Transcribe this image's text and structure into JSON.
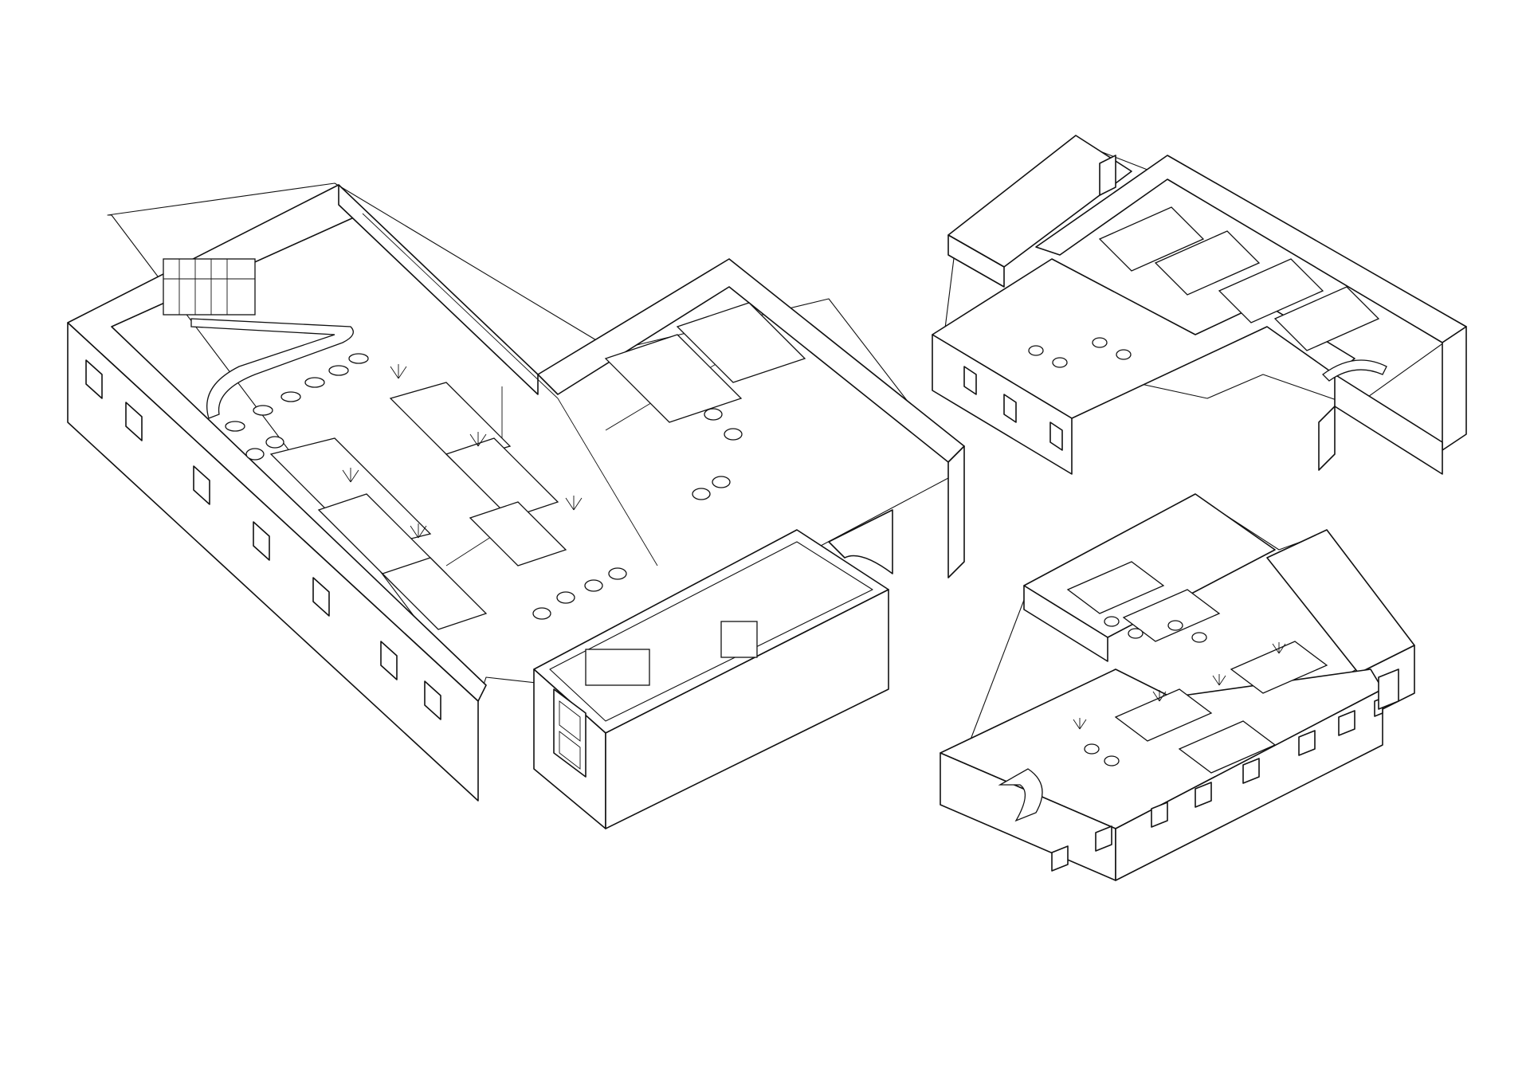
{
  "colors": {
    "ink": "#111111",
    "paper": "#ffffff"
  },
  "drawing": {
    "style": "axonometric line drawing",
    "views": [
      {
        "id": "large-plan",
        "rooms": 4,
        "windows": 8,
        "doors": 1
      },
      {
        "id": "upper-right-plan",
        "rooms": 4,
        "windows": 3,
        "doors": 1
      },
      {
        "id": "lower-right-plan",
        "rooms": 3,
        "windows": 8,
        "doors": 1
      }
    ]
  }
}
